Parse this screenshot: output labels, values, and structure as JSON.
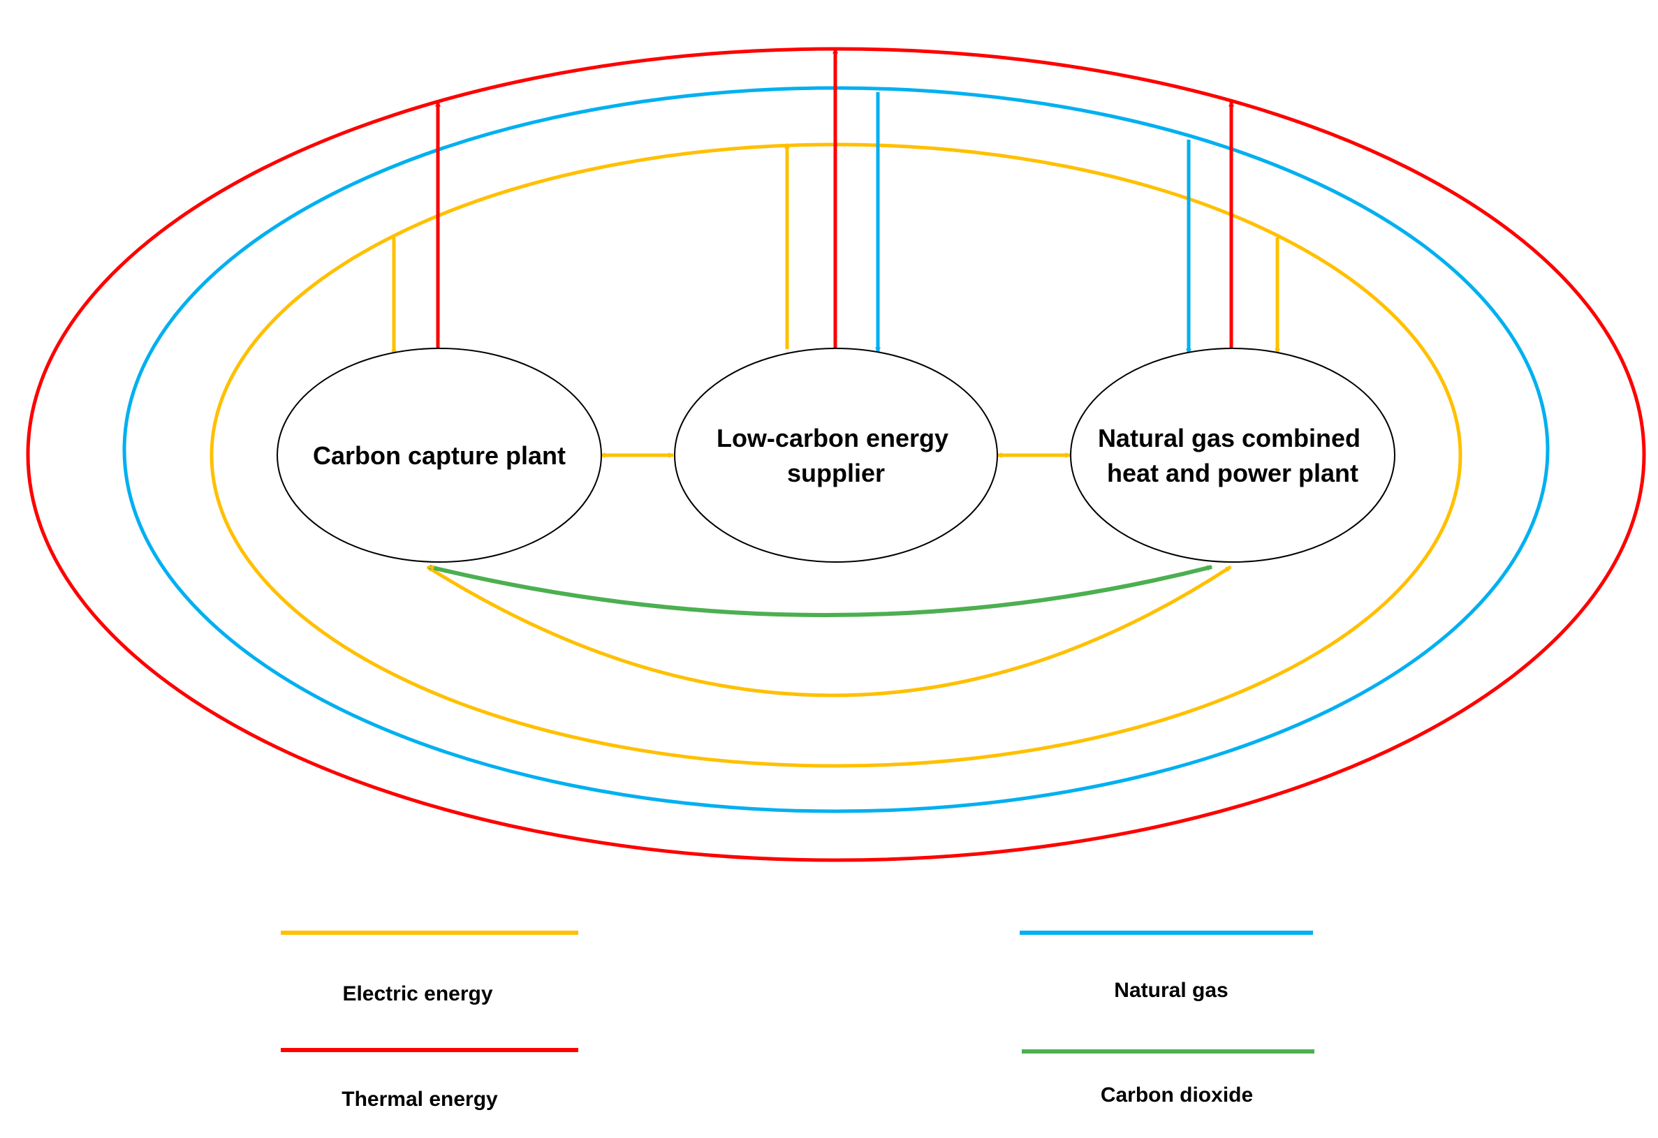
{
  "colors": {
    "electric": "#FFC000",
    "thermal": "#FF0000",
    "gas": "#00B0F0",
    "co2": "#4CAF50",
    "node_stroke": "#000000",
    "background": "#FFFFFF"
  },
  "nodes": {
    "carbon_capture": {
      "label_lines": [
        "Carbon capture plant"
      ]
    },
    "supplier": {
      "label_lines": [
        "Low-carbon energy",
        "supplier"
      ]
    },
    "chp": {
      "label_lines": [
        "Natural gas combined",
        "heat and power plant"
      ]
    }
  },
  "legend": {
    "electric": "Electric energy",
    "gas": "Natural gas",
    "thermal": "Thermal energy",
    "co2": "Carbon dioxide"
  }
}
